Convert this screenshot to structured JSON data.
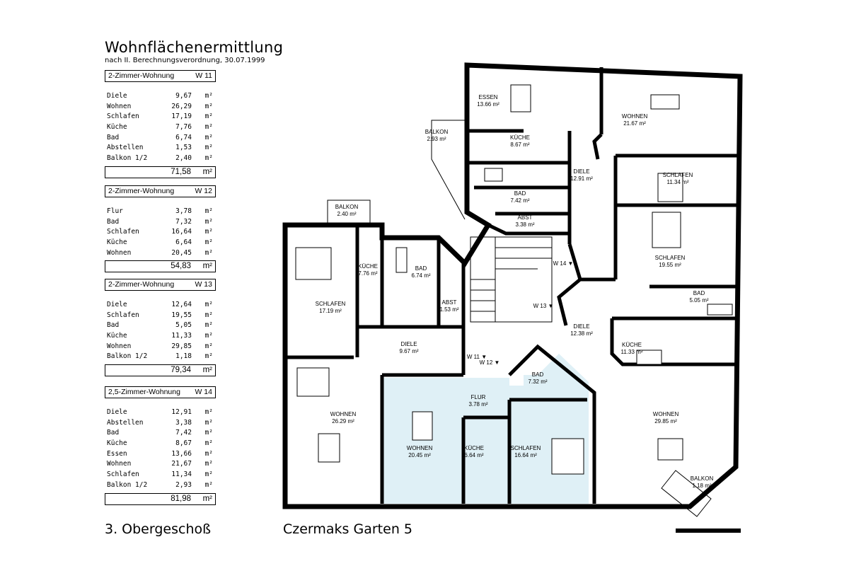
{
  "header": {
    "title": "Wohnflächenermittlung",
    "subtitle": "nach II. Berechnungsverordnung, 30.07.1999"
  },
  "unit": "m²",
  "apartments": [
    {
      "name": "2-Zimmer-Wohnung",
      "id": "W 11",
      "rows": [
        {
          "room": "Diele",
          "area": "9,67"
        },
        {
          "room": "Wohnen",
          "area": "26,29"
        },
        {
          "room": "Schlafen",
          "area": "17,19"
        },
        {
          "room": "Küche",
          "area": "7,76"
        },
        {
          "room": "Bad",
          "area": "6,74"
        },
        {
          "room": "Abstellen",
          "area": "1,53"
        },
        {
          "room": "Balkon  1/2",
          "area": "2,40"
        }
      ],
      "total": "71,58"
    },
    {
      "name": "2-Zimmer-Wohnung",
      "id": "W 12",
      "rows": [
        {
          "room": "Flur",
          "area": "3,78"
        },
        {
          "room": "Bad",
          "area": "7,32"
        },
        {
          "room": "Schlafen",
          "area": "16,64"
        },
        {
          "room": "Küche",
          "area": "6,64"
        },
        {
          "room": "Wohnen",
          "area": "20,45"
        }
      ],
      "total": "54,83"
    },
    {
      "name": "2-Zimmer-Wohnung",
      "id": "W 13",
      "rows": [
        {
          "room": "Diele",
          "area": "12,64"
        },
        {
          "room": "Schlafen",
          "area": "19,55"
        },
        {
          "room": "Bad",
          "area": "5,05"
        },
        {
          "room": "Küche",
          "area": "11,33"
        },
        {
          "room": "Wohnen",
          "area": "29,85"
        },
        {
          "room": "Balkon  1/2",
          "area": "1,18"
        }
      ],
      "total": "79,34"
    },
    {
      "name": "2,5-Zimmer-Wohnung",
      "id": "W 14",
      "rows": [
        {
          "room": "Diele",
          "area": "12,91"
        },
        {
          "room": "Abstellen",
          "area": "3,38"
        },
        {
          "room": "Bad",
          "area": "7,42"
        },
        {
          "room": "Küche",
          "area": "8,67"
        },
        {
          "room": "Essen",
          "area": "13,66"
        },
        {
          "room": "Wohnen",
          "area": "21,67"
        },
        {
          "room": "Schlafen",
          "area": "11,34"
        },
        {
          "room": "Balkon  1/2",
          "area": "2,93"
        }
      ],
      "total": "81,98"
    }
  ],
  "plan": {
    "rooms": [
      {
        "name": "ESSEN",
        "area": "13.66 m²"
      },
      {
        "name": "WOHNEN",
        "area": "21.67 m²"
      },
      {
        "name": "BALKON",
        "area": "2.93 m²"
      },
      {
        "name": "KÜCHE",
        "area": "8.67 m²"
      },
      {
        "name": "DIELE",
        "area": "12.91 m²"
      },
      {
        "name": "SCHLAFEN",
        "area": "11.34 m²"
      },
      {
        "name": "BAD",
        "area": "7.42 m²"
      },
      {
        "name": "BALKON",
        "area": "2.40 m²"
      },
      {
        "name": "ABST",
        "area": "3.38 m²"
      },
      {
        "name": "KÜCHE",
        "area": "7.76 m²"
      },
      {
        "name": "BAD",
        "area": "6.74 m²"
      },
      {
        "name": "SCHLAFEN",
        "area": "19.55 m²"
      },
      {
        "name": "SCHLAFEN",
        "area": "17.19 m²"
      },
      {
        "name": "ABST",
        "area": "1.53 m²"
      },
      {
        "name": "BAD",
        "area": "5.05 m²"
      },
      {
        "name": "DIELE",
        "area": "12.38 m²"
      },
      {
        "name": "DIELE",
        "area": "9.67 m²"
      },
      {
        "name": "KÜCHE",
        "area": "11.33 m²"
      },
      {
        "name": "BAD",
        "area": "7.32 m²"
      },
      {
        "name": "FLUR",
        "area": "3.78 m²"
      },
      {
        "name": "WOHNEN",
        "area": "26.29 m²"
      },
      {
        "name": "WOHNEN",
        "area": "29.85 m²"
      },
      {
        "name": "WOHNEN",
        "area": "20.45 m²"
      },
      {
        "name": "KÜCHE",
        "area": "6.64 m²"
      },
      {
        "name": "SCHLAFEN",
        "area": "16.64 m²"
      },
      {
        "name": "BALKON",
        "area": "1.18 m²"
      }
    ],
    "entrances": [
      "W 14",
      "W 13",
      "W 11",
      "W 12"
    ],
    "highlight_color": "#dff0f6"
  },
  "footer": {
    "floor": "3. Obergeschoß",
    "address": "Czermaks Garten 5"
  }
}
